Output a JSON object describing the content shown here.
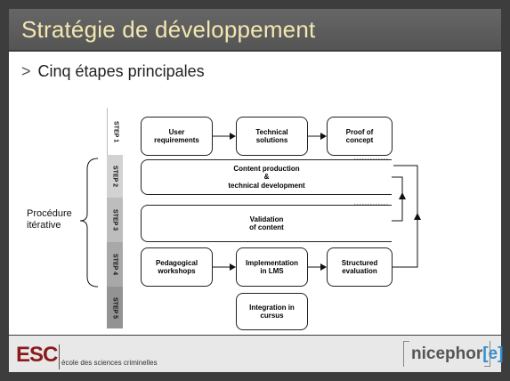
{
  "title": "Stratégie de développement",
  "subtitle": "Cinq étapes principales",
  "subtitle_marker": ">",
  "steps": [
    "STEP 1",
    "STEP 2",
    "STEP 3",
    "STEP 4",
    "STEP 5"
  ],
  "procedure_label": "Procédure\nitérative",
  "boxes": {
    "user_requirements": "User\nrequirements",
    "technical_solutions": "Technical\nsolutions",
    "proof_of_concept": "Proof of\nconcept",
    "content_production": "Content production\n&\ntechnical development",
    "validation": "Validation\nof content",
    "pedagogical_workshops": "Pedagogical\nworkshops",
    "implementation_lms": "Implementation\nin LMS",
    "structured_evaluation": "Structured\nevaluation",
    "integration_cursus": "Integration in\ncursus"
  },
  "footer": {
    "esc_logo": "ESC",
    "esc_subtitle": "école des sciences criminelles",
    "nicephor_text": "nicephor",
    "nicephor_e": "[e]"
  },
  "colors": {
    "title_text": "#f3e7b0",
    "esc_logo": "#8b1a1a",
    "nicephor_accent": "#2f8fcf"
  }
}
